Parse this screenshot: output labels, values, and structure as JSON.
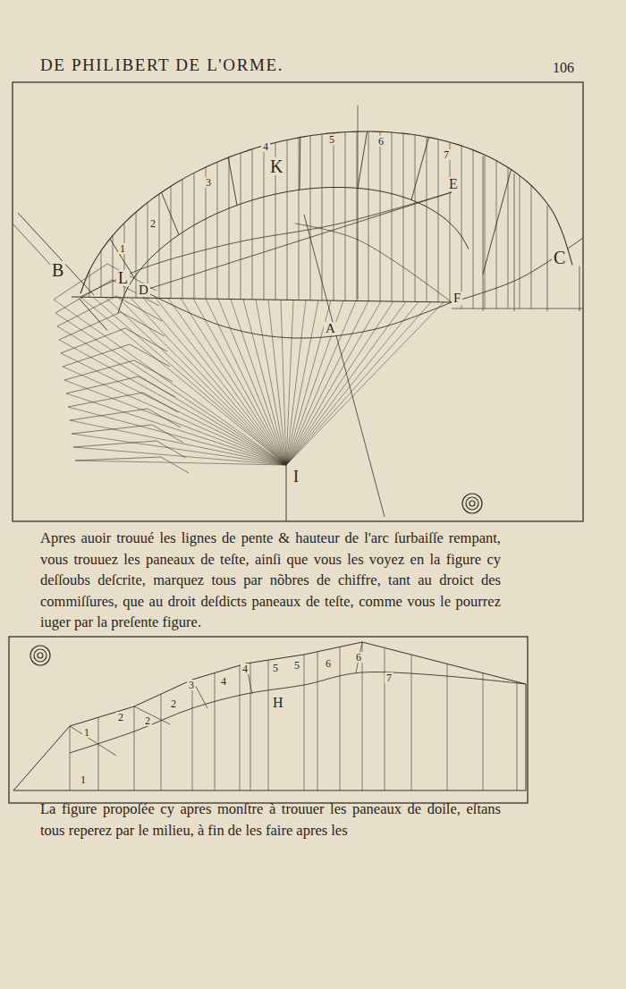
{
  "diagram": {
    "title": "DE PHILIBERT DE L'ORME.",
    "labels": [
      "106",
      "Apres auoir trouué les lignes de pente & hauteur de l'arc ſurbaiſſe rempant, vous trouuez les paneaux de teſte, ainſi que vous les voyez en la figure cy deſſoubs deſcrite, marquez tous par nõbres de chiffre, tant au droict des commiſſures, que au droit deſdicts paneaux de teſte, comme vous le pourrez iuger par la preſente figure.",
      "La figure propoſée cy apres monſtre à trouuer les paneaux de doile, eſtans tous reperez par le milieu, à fin de les faire apres les",
      "B",
      "L",
      "D",
      "K",
      "E",
      "C",
      "F",
      "A",
      "I",
      "1",
      "2",
      "3",
      "4",
      "5",
      "6",
      "7",
      "1",
      "1",
      "2",
      "2",
      "2",
      "3",
      "4",
      "4",
      "5",
      "5",
      "6",
      "6",
      "7",
      "H"
    ]
  }
}
